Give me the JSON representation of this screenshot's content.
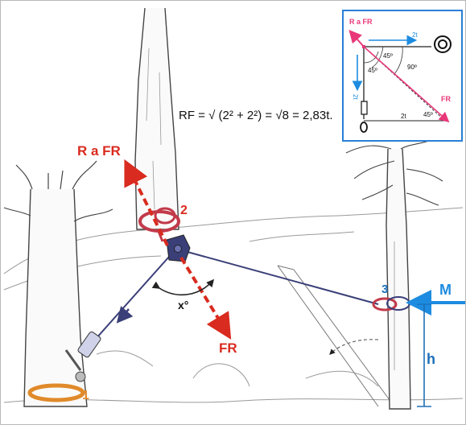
{
  "labels": {
    "formula": "RF = √ (2² + 2²) = √8 = 2,83t.",
    "r_a_fr": "R a FR",
    "fr": "FR",
    "x_angle": "x°",
    "m": "M",
    "h": "h",
    "point_1": "1",
    "point_2": "2",
    "point_3": "3"
  },
  "inset": {
    "r_a_fr": "R a FR",
    "fr": "FR",
    "angle_45_top": "45º",
    "angle_45_left": "45º",
    "angle_90": "90º",
    "angle_45_bottom": "45º",
    "force_top": "2t",
    "force_left": "2t",
    "force_bottom": "2t"
  },
  "colors": {
    "red": "#e0201c",
    "magenta": "#e8387a",
    "blue": "#1d8ce0",
    "orange": "#e08a2a",
    "rope": "#3a3f78",
    "inset_border": "#2a7fd6"
  }
}
